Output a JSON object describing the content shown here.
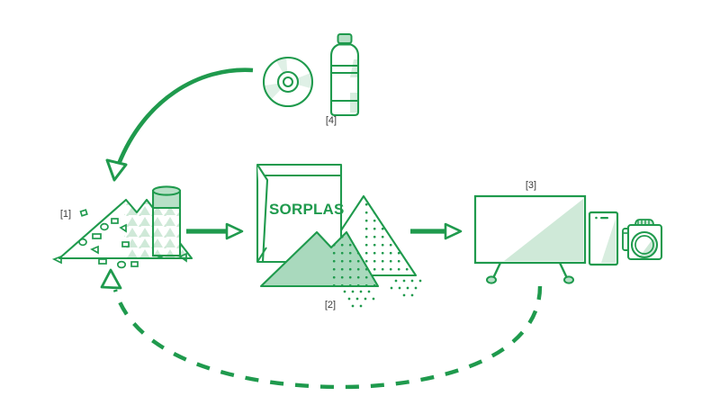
{
  "diagram": {
    "title": "SORPLAS recycled plastic material cycle",
    "background_color": "#ffffff",
    "stroke_color": "#1f9a4d",
    "fill_light": "#cfe9d8",
    "fill_mid": "#a9d9bd",
    "label_color": "#3b3b3b"
  },
  "brand": {
    "bag_text": "SORPLAS"
  },
  "labels": {
    "step1": "[1]",
    "step2": "[2]",
    "step3": "[3]",
    "step4": "[4]"
  },
  "nodes": [
    {
      "id": "step1",
      "label": "[1]",
      "name": "recycled-plastic-flakes",
      "icons": [
        "plastic-flake-pile-icon",
        "plastic-container-cylinder-icon"
      ]
    },
    {
      "id": "step2",
      "label": "[2]",
      "name": "sorplas-pellets",
      "icons": [
        "sorplas-bag-icon",
        "pellet-pile-front-icon",
        "pellet-pile-back-icon"
      ]
    },
    {
      "id": "step3",
      "label": "[3]",
      "name": "finished-products",
      "icons": [
        "television-icon",
        "smartphone-icon",
        "camera-icon"
      ]
    },
    {
      "id": "step4",
      "label": "[4]",
      "name": "post-consumer-waste",
      "icons": [
        "optical-disc-icon",
        "water-bottle-icon"
      ]
    }
  ],
  "connectors": [
    {
      "name": "arrow-flakes-to-pellets",
      "style": "solid-straight",
      "from": "step1",
      "to": "step2"
    },
    {
      "name": "arrow-pellets-to-products",
      "style": "solid-straight",
      "from": "step2",
      "to": "step3"
    },
    {
      "name": "arrow-waste-to-flakes",
      "style": "solid-curved",
      "from": "step4",
      "to": "step1"
    },
    {
      "name": "arrow-products-to-flakes",
      "style": "dashed-curved",
      "from": "step3",
      "to": "step1"
    }
  ]
}
